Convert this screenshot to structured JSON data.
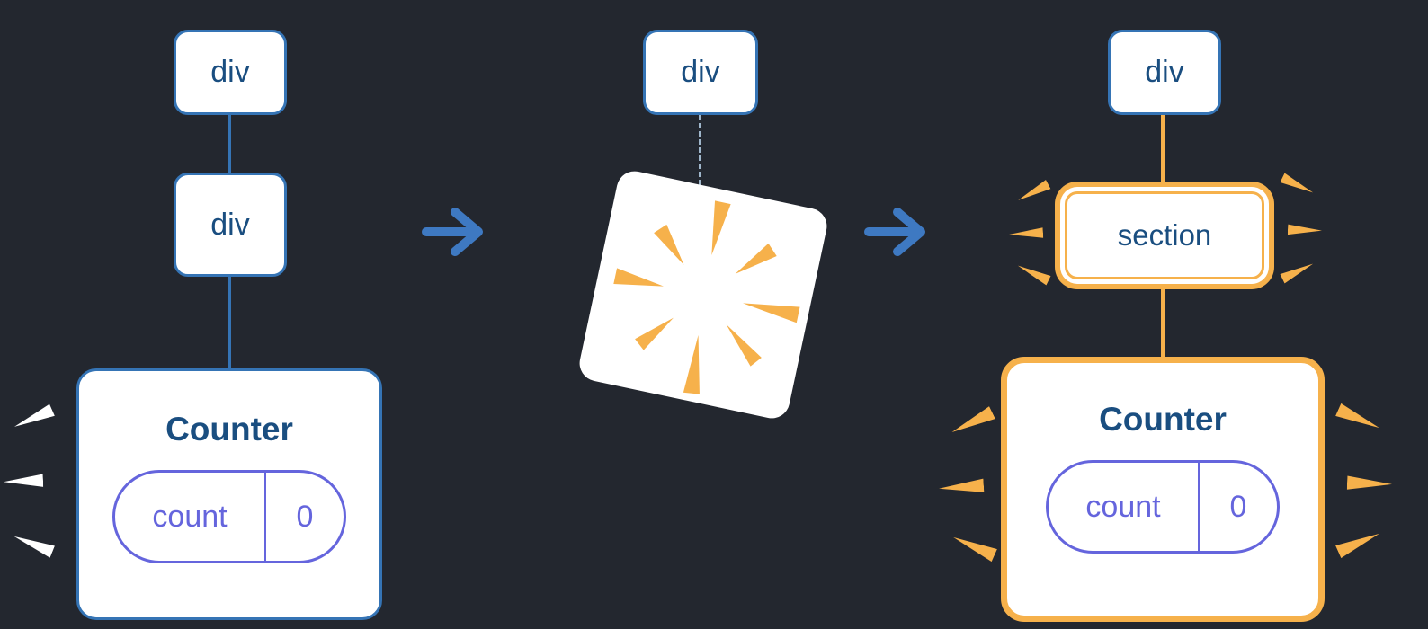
{
  "diagram": {
    "left": {
      "root_label": "div",
      "child_label": "div",
      "component": {
        "title": "Counter",
        "state_key": "count",
        "state_value": "0"
      }
    },
    "middle": {
      "root_label": "div"
    },
    "right": {
      "root_label": "div",
      "section_label": "section",
      "component": {
        "title": "Counter",
        "state_key": "count",
        "state_value": "0"
      }
    },
    "icons": {
      "arrow": "right-arrow",
      "burst": "emphasis-burst",
      "explosion": "deletion-starburst"
    }
  },
  "colors": {
    "background": "#23272f",
    "node_border": "#3574b5",
    "node_text": "#1a4e80",
    "arrow": "#3e79c2",
    "state_purple": "#6565dd",
    "highlight_orange": "#f6b14b",
    "dashed_line": "#9fb6cb"
  }
}
